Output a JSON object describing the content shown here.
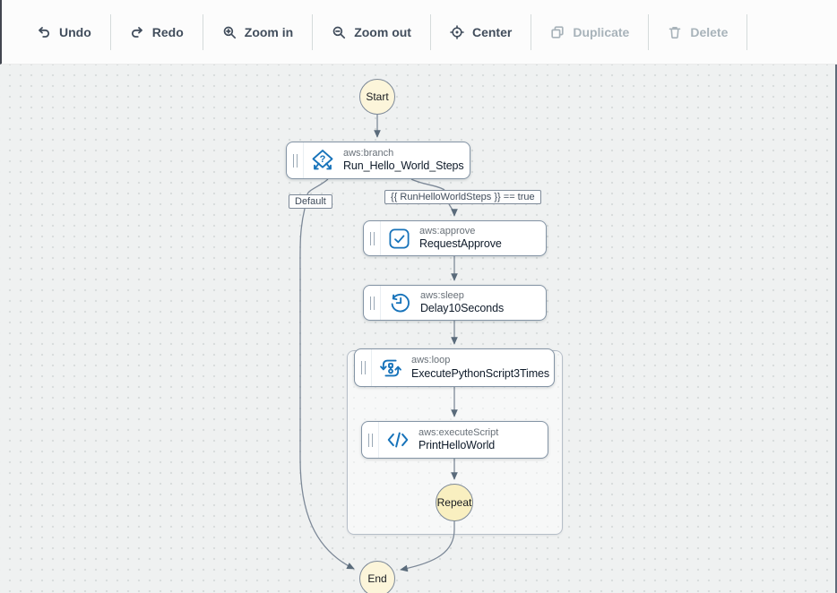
{
  "toolbar": {
    "buttons": [
      {
        "label": "Undo",
        "icon": "undo-icon",
        "enabled": true
      },
      {
        "label": "Redo",
        "icon": "redo-icon",
        "enabled": true
      },
      {
        "label": "Zoom in",
        "icon": "zoom-in-icon",
        "enabled": true
      },
      {
        "label": "Zoom out",
        "icon": "zoom-out-icon",
        "enabled": true
      },
      {
        "label": "Center",
        "icon": "center-icon",
        "enabled": true
      },
      {
        "label": "Duplicate",
        "icon": "duplicate-icon",
        "enabled": false
      },
      {
        "label": "Delete",
        "icon": "delete-icon",
        "enabled": false
      }
    ]
  },
  "canvas": {
    "terminals": {
      "start": "Start",
      "repeat": "Repeat",
      "end": "End"
    },
    "steps": [
      {
        "type_label": "aws:branch",
        "name": "Run_Hello_World_Steps",
        "icon": "branch-icon"
      },
      {
        "type_label": "aws:approve",
        "name": "RequestApprove",
        "icon": "approve-icon"
      },
      {
        "type_label": "aws:sleep",
        "name": "Delay10Seconds",
        "icon": "sleep-icon"
      },
      {
        "type_label": "aws:loop",
        "name": "ExecutePythonScript3Times",
        "icon": "loop-icon"
      },
      {
        "type_label": "aws:executeScript",
        "name": "PrintHelloWorld",
        "icon": "execute-script-icon"
      }
    ],
    "edge_labels": {
      "default_branch": "Default",
      "condition": "{{ RunHelloWorldSteps }} == true"
    }
  },
  "colors": {
    "icon_blue": "#1773ba",
    "node_border": "#8494a5",
    "edge_line": "#7d8998",
    "arrowhead": "#5a6b7b",
    "terminal_fill": "#fcf5da",
    "repeat_fill": "#f9efc0",
    "toolbar_text": "#414d5c",
    "toolbar_disabled_text": "#a8b3ba",
    "canvas_background": "#eff1f1"
  }
}
